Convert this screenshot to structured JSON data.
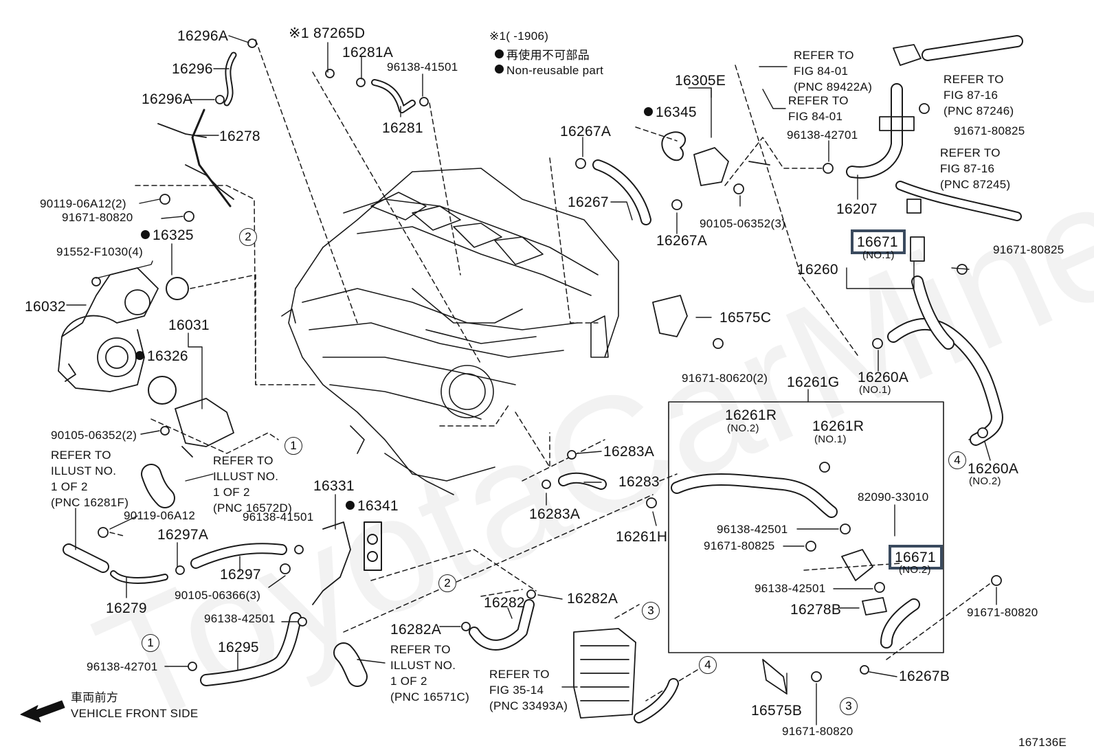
{
  "legend": {
    "note_header": "※1(      -1906)",
    "line_jp": "再使用不可部品",
    "line_en": "Non-reusable part"
  },
  "figure_code": "167136E",
  "watermark": "ToyotaCarMine",
  "direction": {
    "jp": "車両前方",
    "en": "VEHICLE FRONT SIDE"
  },
  "callouts": {
    "c1": "1",
    "c2": "2",
    "c3": "3",
    "c4": "4"
  },
  "parts": {
    "p16296A_top": "16296A",
    "p16296": "16296",
    "p16296A_bot": "16296A",
    "p16278": "16278",
    "p90119_06A12_2": "90119-06A12(2)",
    "p91671_80820_a": "91671-80820",
    "p16325": "16325",
    "p91552": "91552-F1030(4)",
    "p16032": "16032",
    "p16031": "16031",
    "p16326": "16326",
    "p90105_06352_2": "90105-06352(2)",
    "p87265D": "※1 87265D",
    "p16281A": "16281A",
    "p96138_41501_a": "96138-41501",
    "p16281": "16281",
    "p16267A_top": "16267A",
    "p16267": "16267",
    "p16267A_bot": "16267A",
    "p16345": "16345",
    "p16305E": "16305E",
    "p90105_06352_3": "90105-06352(3)",
    "p96138_42701_a": "96138-42701",
    "p16207": "16207",
    "p91671_80825_a": "91671-80825",
    "p16671_1": "16671",
    "p16671_1_sub": "(NO.1)",
    "p16260": "16260",
    "p91671_80825_b": "91671-80825",
    "p16575C": "16575C",
    "p91671_80620_2": "91671-80620(2)",
    "p16260A_1": "16260A",
    "p16260A_1_sub": "(NO.1)",
    "p16261G": "16261G",
    "p16261R_2": "16261R",
    "p16261R_2_sub": "(NO.2)",
    "p16261R_1": "16261R",
    "p16261R_1_sub": "(NO.1)",
    "p82090": "82090-33010",
    "p96138_42501_b": "96138-42501",
    "p91671_80825_c": "91671-80825",
    "p16671_2": "16671",
    "p16671_2_sub": "(NO.2)",
    "p96138_42501_c": "96138-42501",
    "p16278B": "16278B",
    "p91671_80820_b": "91671-80820",
    "p16260A_2": "16260A",
    "p16260A_2_sub": "(NO.2)",
    "p16283A_top": "16283A",
    "p16283": "16283",
    "p16283A_bot": "16283A",
    "p16261H": "16261H",
    "p16331": "16331",
    "p16341": "16341",
    "p96138_41501_b": "96138-41501",
    "p90119_06A12": "90119-06A12",
    "p16297A": "16297A",
    "p16297": "16297",
    "p90105_06366_3": "90105-06366(3)",
    "p16279": "16279",
    "p96138_42501_a": "96138-42501",
    "p16295": "16295",
    "p96138_42701_b": "96138-42701",
    "p16282": "16282",
    "p16282A_r": "16282A",
    "p16282A_l": "16282A",
    "p16267B": "16267B",
    "p16575B": "16575B",
    "p91671_80820_c": "91671-80820"
  },
  "refs": {
    "fig84_a": "REFER TO\nFIG 84-01\n(PNC 89422A)",
    "fig84_b": "REFER TO\nFIG 84-01",
    "fig87_a": "REFER TO\nFIG 87-16\n(PNC 87246)",
    "fig87_b": "REFER TO\nFIG 87-16\n(PNC 87245)",
    "illust_16281F": "REFER TO\nILLUST NO.\n1 OF 2\n(PNC 16281F)",
    "illust_16572D": "REFER TO\nILLUST NO.\n1 OF 2\n(PNC 16572D)",
    "illust_16571C": "REFER TO\nILLUST NO.\n1 OF 2\n(PNC 16571C)",
    "fig35": "REFER TO\nFIG 35-14\n(PNC 33493A)"
  }
}
